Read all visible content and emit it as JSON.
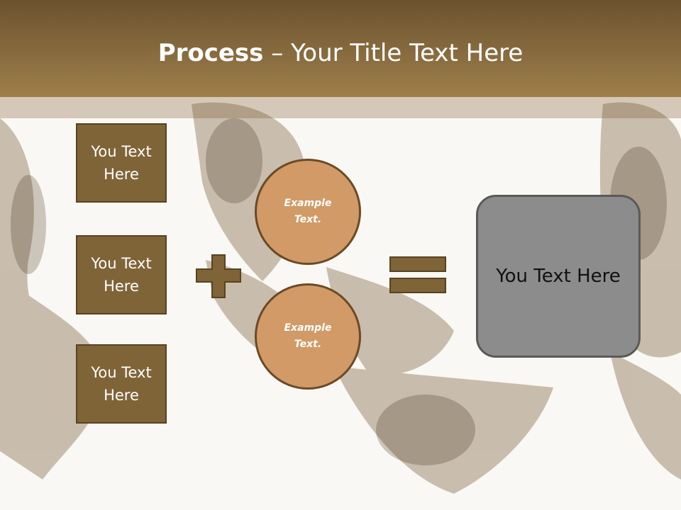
{
  "slide": {
    "title_bold": "Process",
    "title_rest": " – Your Title Text Here"
  },
  "boxes": [
    {
      "label": "You Text Here"
    },
    {
      "label": "You Text Here"
    },
    {
      "label": "You Text Here"
    }
  ],
  "circles": [
    {
      "label": "Example Text."
    },
    {
      "label": "Example Text."
    }
  ],
  "result": {
    "label": "You Text Here"
  },
  "colors": {
    "header": "#8a6b3c",
    "box": "#7f6438",
    "circle": "#d19a66",
    "result": "#8c8c8c"
  }
}
